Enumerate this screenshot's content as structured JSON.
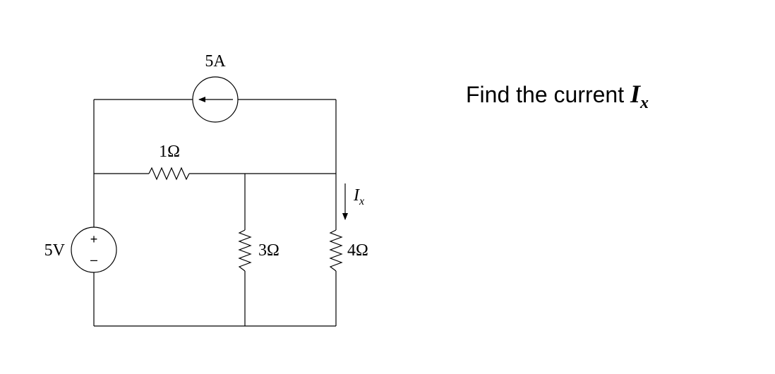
{
  "problem": {
    "prompt": "Find the current ",
    "variable": "I",
    "variable_subscript": "x"
  },
  "components": {
    "current_source": {
      "label": "5A"
    },
    "voltage_source": {
      "label": "5V",
      "plus": "+",
      "minus": "–"
    },
    "resistor_top": {
      "label": "1Ω"
    },
    "resistor_middle": {
      "label": "3Ω"
    },
    "resistor_right": {
      "label": "4Ω"
    },
    "current_arrow": {
      "label": "I",
      "subscript": "x"
    }
  }
}
